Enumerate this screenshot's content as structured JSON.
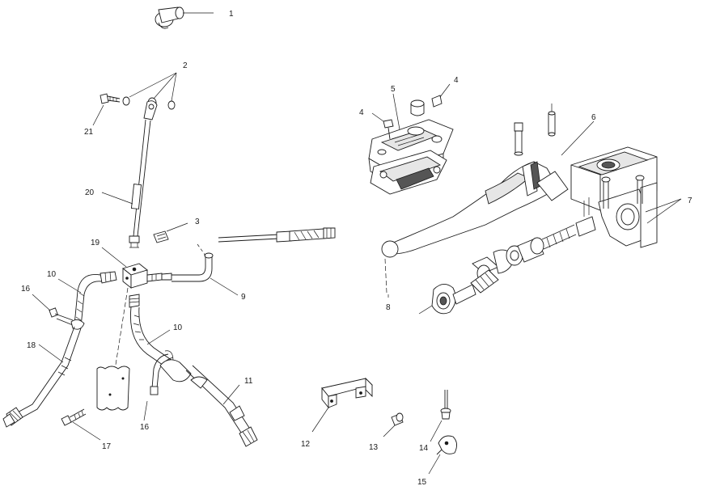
{
  "callouts": {
    "c1": "1",
    "c2": "2",
    "c3": "3",
    "c4a": "4",
    "c4b": "4",
    "c5": "5",
    "c6": "6",
    "c7": "7",
    "c8": "8",
    "c9": "9",
    "c10a": "10",
    "c10b": "10",
    "c11": "11",
    "c12": "12",
    "c13": "13",
    "c14": "14",
    "c15": "15",
    "c16a": "16",
    "c16b": "16",
    "c17": "17",
    "c18": "18",
    "c19": "19",
    "c20": "20",
    "c21": "21"
  },
  "colors": {
    "line": "#1a1a1a",
    "paper": "#ffffff",
    "shade": "#e6e6e6"
  }
}
